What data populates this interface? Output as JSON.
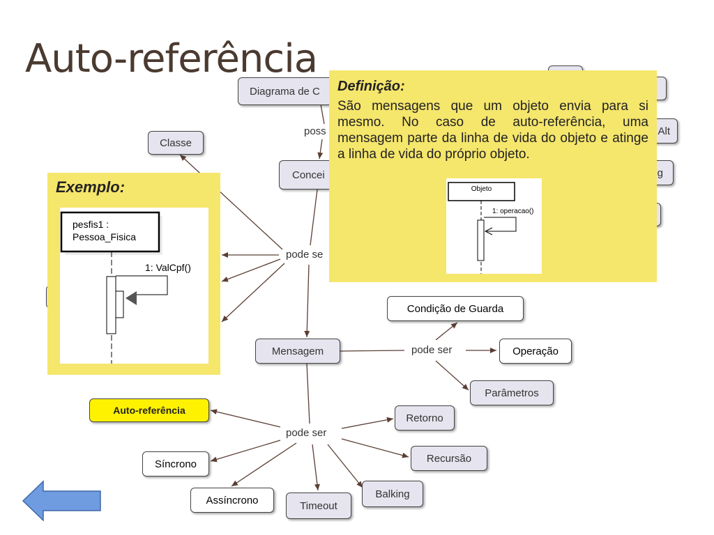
{
  "slide": {
    "title": "Auto-referência"
  },
  "nodes": {
    "diagrama": "Diagrama de C",
    "classe": "Classe",
    "conceito": "Concei",
    "mensagem": "Mensagem",
    "condicao_guarda": "Condição de Guarda",
    "operacao": "Operação",
    "parametros": "Parâmetros",
    "auto_referencia": "Auto-referência",
    "retorno": "Retorno",
    "recursao": "Recursão",
    "sincrono": "Síncrono",
    "assincrono": "Assíncrono",
    "timeout": "Timeout",
    "balking": "Balking",
    "partial_alt": "Alt",
    "partial_g": "g"
  },
  "edge_labels": {
    "possui": "poss",
    "pode_ser_main": "pode se",
    "pode_ser_mensagem": "pode ser",
    "pode_ser_tipos": "pode ser"
  },
  "definition": {
    "heading": "Definição:",
    "text": "São mensagens que um objeto envia para si mesmo. No caso de auto-referência, uma mensagem parte da linha de vida do objeto e atinge a linha de vida do próprio objeto.",
    "diagram": {
      "object_label": "Objeto",
      "message_label": "1: operacao()"
    }
  },
  "example": {
    "heading": "Exemplo:",
    "diagram": {
      "object_line1": "pesfis1 :",
      "object_line2": "Pessoa_Fisica",
      "message_label": "1: ValCpf()"
    }
  },
  "navigation": {
    "back_arrow": "left-arrow-icon",
    "arrow_color": "#6f9be0"
  },
  "colors": {
    "panel": "#f5e66c",
    "node": "#e6e4ee",
    "highlight": "#fff200"
  }
}
